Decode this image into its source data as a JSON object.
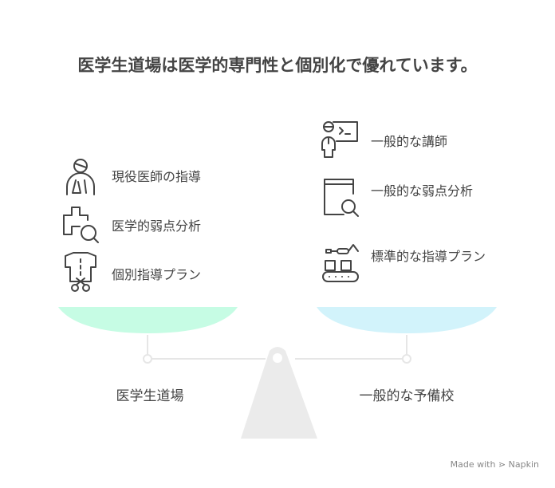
{
  "title": "医学生道場は医学的専門性と個別化で優れています。",
  "left": {
    "label": "医学生道場",
    "color": "#c6fce4",
    "items": [
      {
        "text": "現役医師の指導",
        "icon": "doctor-icon"
      },
      {
        "text": "医学的弱点分析",
        "icon": "medical-search-icon"
      },
      {
        "text": "個別指導プラン",
        "icon": "tailoring-icon"
      }
    ]
  },
  "right": {
    "label": "一般的な予備校",
    "color": "#d2f3fb",
    "items": [
      {
        "text": "一般的な講師",
        "icon": "instructor-icon"
      },
      {
        "text": "一般的な弱点分析",
        "icon": "book-search-icon"
      },
      {
        "text": "標準的な指導プラン",
        "icon": "conveyor-icon"
      }
    ]
  },
  "footer": "Made with ⋗ Napkin"
}
